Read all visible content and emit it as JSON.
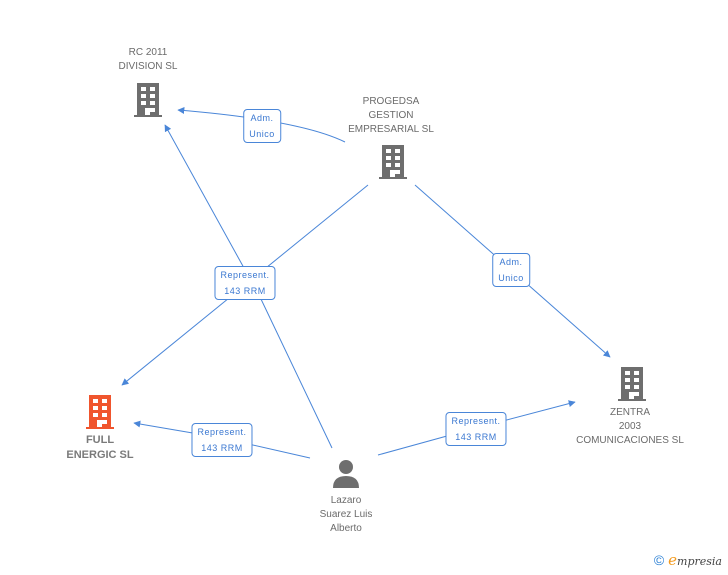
{
  "colors": {
    "edge": "#4a86d8",
    "building": "#6e6e6e",
    "building_main": "#f0552d",
    "person": "#6e6e6e"
  },
  "nodes": {
    "rc2011": {
      "lines": [
        "RC 2011",
        "DIVISION SL"
      ],
      "icon": "building-icon"
    },
    "progedsa": {
      "lines": [
        "PROGEDSA",
        "GESTION",
        "EMPRESARIAL SL"
      ],
      "icon": "building-icon"
    },
    "full_energic": {
      "lines": [
        "FULL",
        "ENERGIC SL"
      ],
      "icon": "building-icon",
      "highlighted": true
    },
    "zentra": {
      "lines": [
        "ZENTRA",
        "2003",
        "COMUNICACIONES SL"
      ],
      "icon": "building-icon"
    },
    "lazaro": {
      "lines": [
        "Lazaro",
        "Suarez Luis",
        "Alberto"
      ],
      "icon": "person-icon"
    }
  },
  "edges": [
    {
      "from": "progedsa",
      "to": "rc2011",
      "label": [
        "Adm.",
        "Unico"
      ]
    },
    {
      "from": "progedsa",
      "to": "zentra",
      "label": [
        "Adm.",
        "Unico"
      ]
    },
    {
      "from": "lazaro",
      "to": "rc2011",
      "label": [
        "Represent.",
        "143 RRM"
      ]
    },
    {
      "from": "progedsa",
      "to": "full_energic",
      "label": [
        "Represent.",
        "143 RRM"
      ]
    },
    {
      "from": "lazaro",
      "to": "full_energic",
      "label": [
        "Represent.",
        "143 RRM"
      ]
    },
    {
      "from": "lazaro",
      "to": "zentra",
      "label": [
        "Represent.",
        "143 RRM"
      ]
    }
  ],
  "footer": {
    "copyright": "©",
    "brand_initial": "e",
    "brand_rest": "mpresia"
  }
}
